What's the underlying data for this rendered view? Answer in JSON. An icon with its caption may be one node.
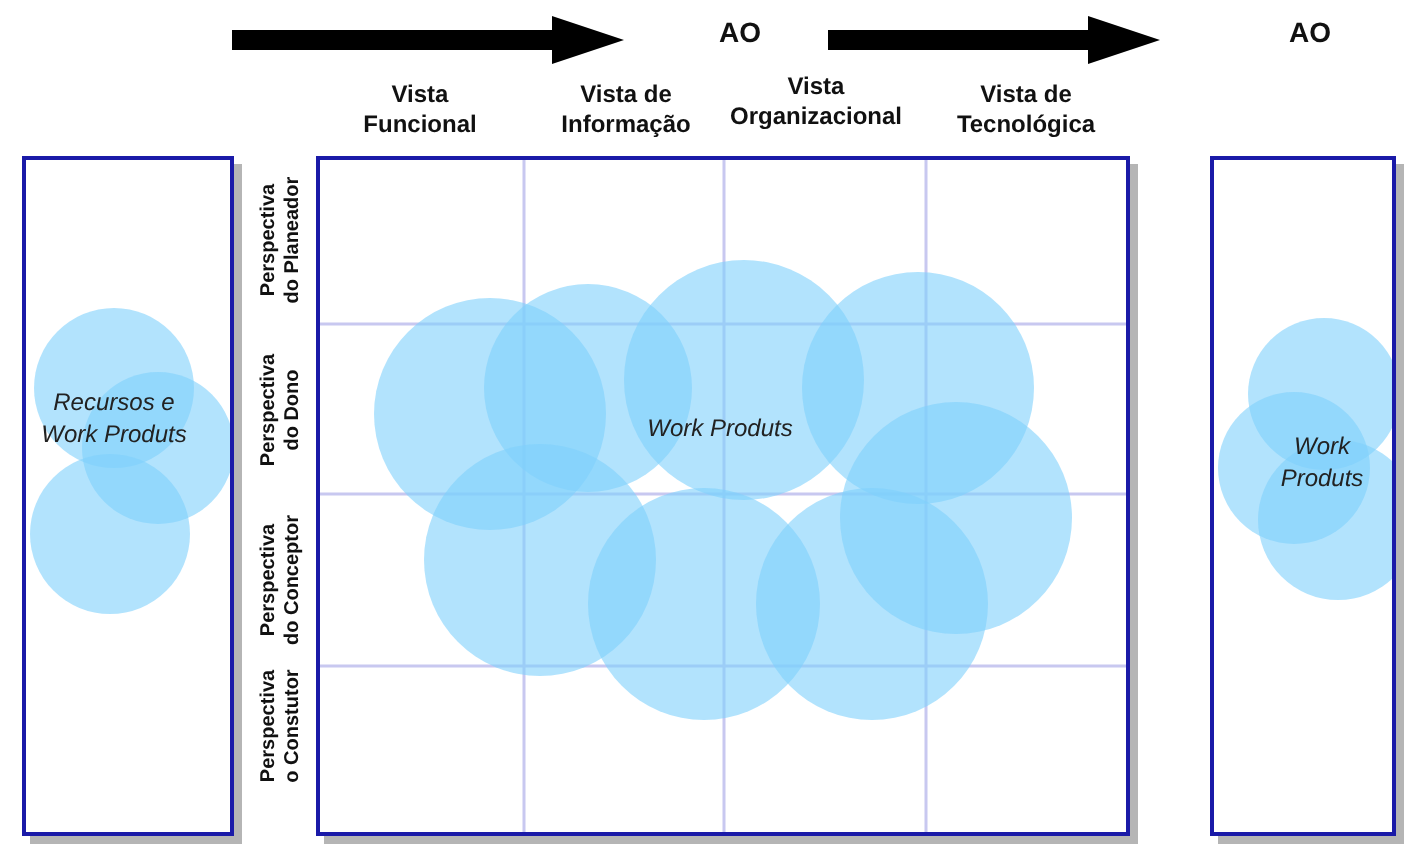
{
  "diagram": {
    "nodes": [
      {
        "text": [
          "Recursos e Work Produts"
        ]
      },
      {
        "text": [
          "Work Produts"
        ]
      },
      {
        "text": [
          "Work Produts"
        ]
      }
    ],
    "labels": [
      "AO",
      "AO",
      "Vista Funcional",
      "Vista de Informação",
      "Vista Organizacional",
      "Vista de Tecnológica",
      "Perspectiva do Planeador",
      "Perspectiva do Dono",
      "Perspectiva do Conceptor",
      "Perspectiva o Constutor"
    ]
  }
}
